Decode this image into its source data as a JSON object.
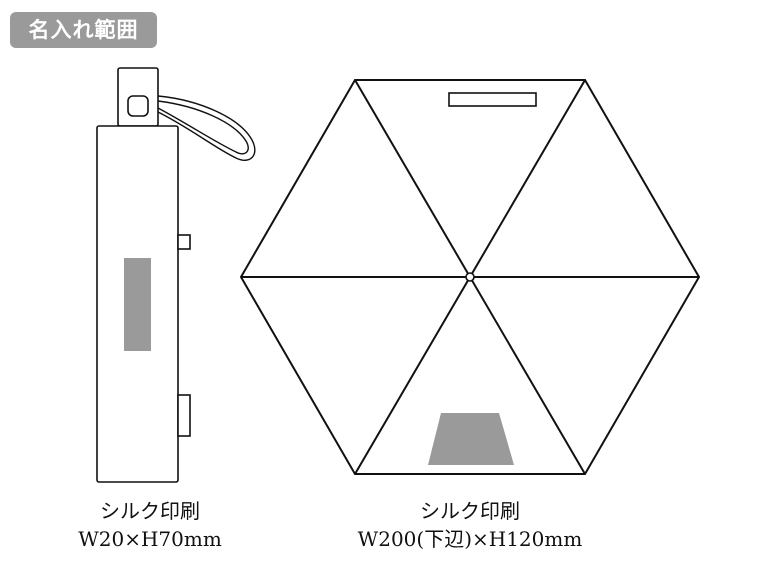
{
  "badge": {
    "label": "名入れ範囲"
  },
  "colors": {
    "badge_bg": "#9a9a9a",
    "print_area": "#9a9a9a",
    "line": "#111111"
  },
  "closed_umbrella": {
    "caption_method": "シルク印刷",
    "caption_size": "W20×H70mm"
  },
  "open_umbrella": {
    "caption_method": "シルク印刷",
    "caption_size": "W200(下辺)×H120mm"
  }
}
